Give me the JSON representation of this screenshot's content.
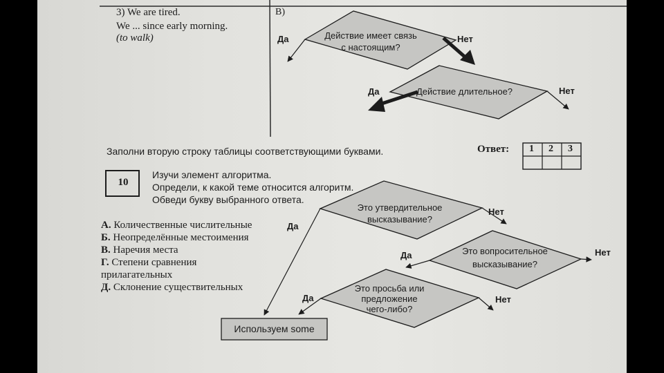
{
  "task3": {
    "number_line": "3) We are tired.",
    "sentence": "We ... since early morning.",
    "hint": "(to walk)",
    "column_label": "B)"
  },
  "flowchart_top": {
    "decision1": [
      "Действие имеет связь",
      "с настоящим?"
    ],
    "decision1_yes": "Да",
    "decision1_no": "Нет",
    "decision2": "Действие длительное?",
    "decision2_yes": "Да",
    "decision2_no": "Нет"
  },
  "instruction": "Заполни вторую строку таблицы соответствующими буквами.",
  "answer_table": {
    "label": "Ответ:",
    "headers": [
      "1",
      "2",
      "3"
    ]
  },
  "task10": {
    "number": "10",
    "lines": [
      "Изучи элемент алгоритма.",
      "Определи, к какой теме относится алгоритм.",
      "Обведи букву выбранного ответа."
    ],
    "options": [
      {
        "letter": "А.",
        "text": "Количественные числительные"
      },
      {
        "letter": "Б.",
        "text": "Неопределённые местоимения"
      },
      {
        "letter": "В.",
        "text": "Наречия места"
      },
      {
        "letter": "Г.",
        "text": "Степени сравнения"
      },
      {
        "letter": "",
        "text": "прилагательных"
      },
      {
        "letter": "Д.",
        "text": "Склонение существительных"
      }
    ]
  },
  "flowchart_bottom": {
    "decision1": [
      "Это утвердительное",
      "высказывание?"
    ],
    "decision1_yes": "Да",
    "decision1_no": "Нет",
    "decision2": [
      "Это вопросительное",
      "высказывание?"
    ],
    "decision2_yes": "Да",
    "decision2_no": "Нет",
    "decision3": [
      "Это просьба или",
      "предложение",
      "чего-либо?"
    ],
    "decision3_yes": "Да",
    "decision3_no": "Нет",
    "result": "Используем some"
  },
  "colors": {
    "paper": "#e3e3df",
    "shape_fill": "#c6c6c3",
    "ink": "#1c1c1c"
  }
}
